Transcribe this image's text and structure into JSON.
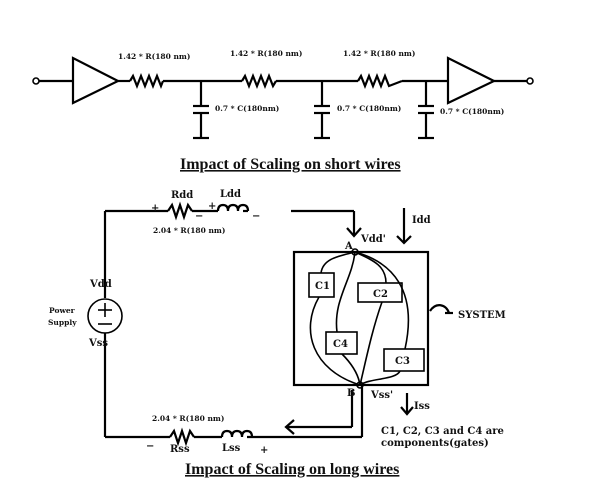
{
  "short_wires": {
    "title": "Impact of Scaling on short wires",
    "resistor_labels": [
      "1.42 * R(180 nm)",
      "1.42 * R(180 nm)",
      "1.42 * R(180 nm)"
    ],
    "capacitor_labels": [
      "0.7 * C(180nm)",
      "0.7 * C(180nm)",
      "0.7 * C(180nm)"
    ]
  },
  "long_wires": {
    "title": "Impact of Scaling on long wires",
    "rdd": "Rdd",
    "ldd": "Ldd",
    "rdd_value": "2.04 * R(180 nm)",
    "rss": "Rss",
    "lss": "Lss",
    "rss_value": "2.04 * R(180 nm)",
    "plus": "+",
    "minus": "−",
    "power_supply": [
      "Power",
      "Supply"
    ],
    "vdd": "Vdd",
    "vss": "Vss",
    "vdd_prime": "Vdd'",
    "vss_prime": "Vss'",
    "node_a": "A",
    "node_b": "B",
    "idd": "Idd",
    "iss": "Iss",
    "system": "SYSTEM",
    "components": [
      "C1",
      "C2",
      "C3",
      "C4"
    ],
    "note": [
      "C1, C2, C3 and C4 are",
      "components(gates)"
    ]
  }
}
